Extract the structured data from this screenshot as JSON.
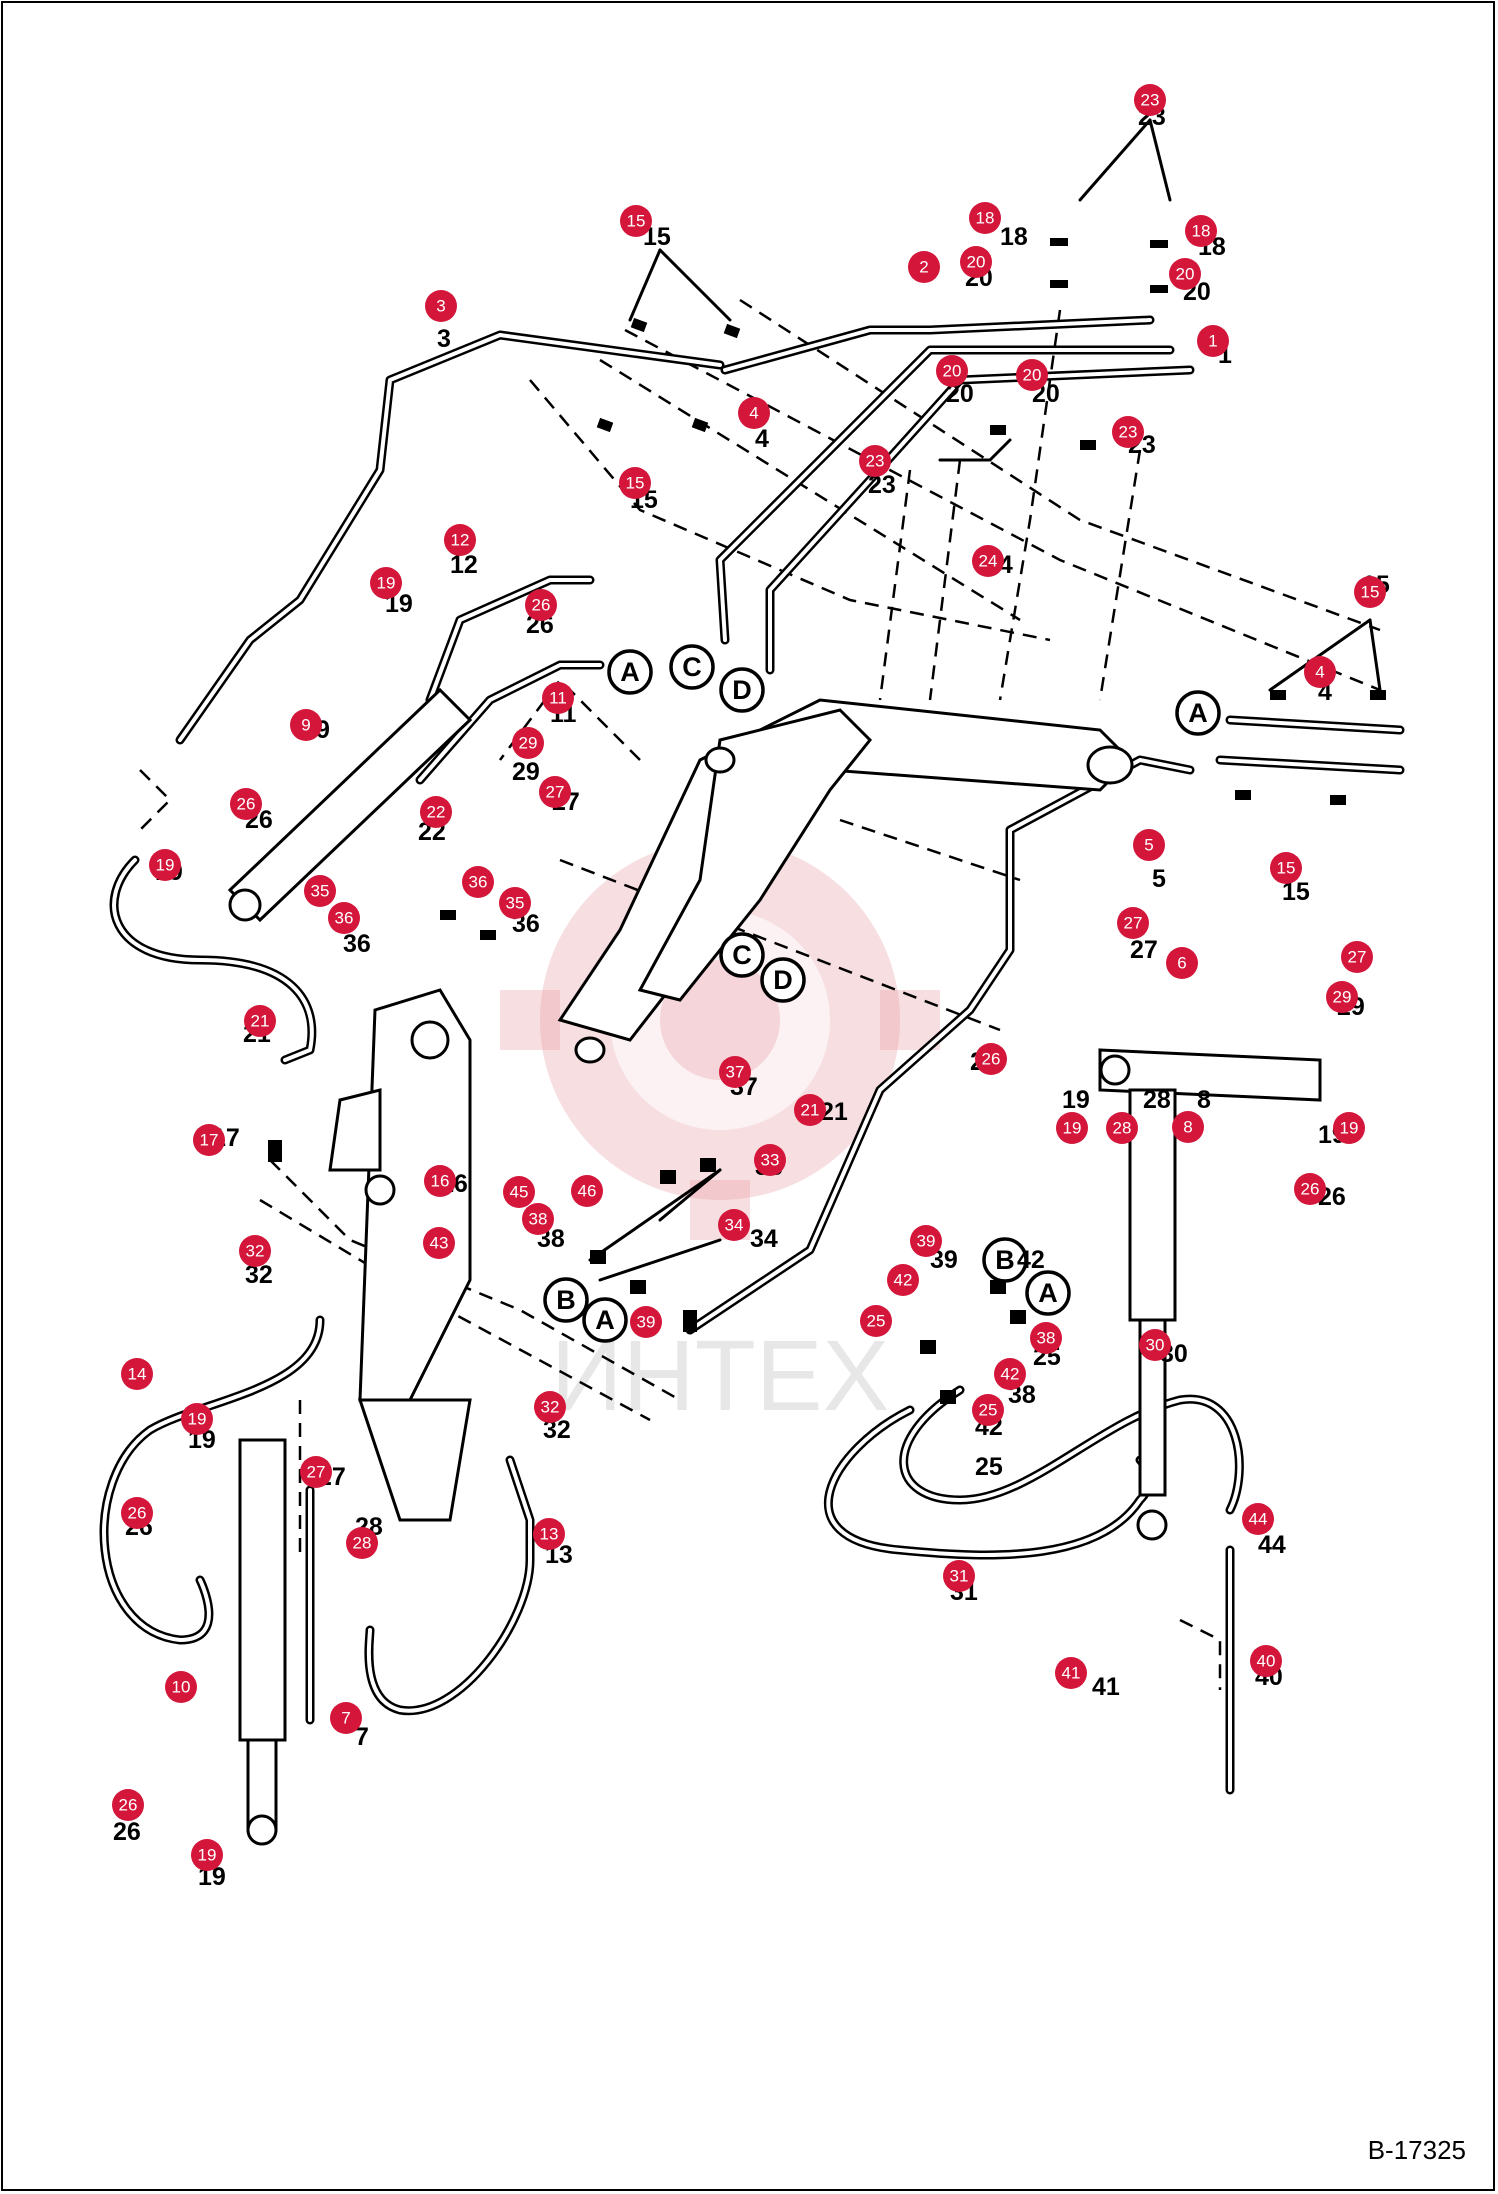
{
  "document": {
    "code": "B-17325"
  },
  "watermark": {
    "text": "ИНТЕХ"
  },
  "connectors": [
    {
      "id": "A",
      "label": "A"
    },
    {
      "id": "C",
      "label": "C"
    },
    {
      "id": "D",
      "label": "D"
    },
    {
      "id": "A2",
      "label": "A"
    },
    {
      "id": "C2",
      "label": "C"
    },
    {
      "id": "D2",
      "label": "D"
    },
    {
      "id": "B3",
      "label": "B"
    },
    {
      "id": "A3",
      "label": "A"
    },
    {
      "id": "B4",
      "label": "B"
    },
    {
      "id": "A4",
      "label": "A"
    }
  ],
  "callouts": [
    "23",
    "18",
    "18",
    "15",
    "2",
    "20",
    "20",
    "3",
    "1",
    "20",
    "20",
    "4",
    "23",
    "23",
    "15",
    "24",
    "12",
    "19",
    "26",
    "11",
    "9",
    "29",
    "27",
    "15",
    "4",
    "22",
    "26",
    "19",
    "35",
    "36",
    "36",
    "35",
    "5",
    "15",
    "27",
    "6",
    "27",
    "29",
    "21",
    "37",
    "21",
    "17",
    "26",
    "19",
    "28",
    "8",
    "19",
    "26",
    "16",
    "33",
    "45",
    "46",
    "38",
    "43",
    "34",
    "32",
    "39",
    "42",
    "25",
    "38",
    "42",
    "25",
    "14",
    "19",
    "32",
    "30",
    "26",
    "27",
    "28",
    "13",
    "31",
    "44",
    "10",
    "40",
    "41",
    "7",
    "26",
    "19",
    "39"
  ],
  "part_numbers": [
    "23",
    "18",
    "18",
    "15",
    "20",
    "20",
    "3",
    "1",
    "20",
    "20",
    "4",
    "23",
    "23",
    "15",
    "24",
    "12",
    "19",
    "26",
    "11",
    "9",
    "29",
    "27",
    "15",
    "4",
    "22",
    "26",
    "19",
    "36",
    "36",
    "5",
    "15",
    "27",
    "29",
    "21",
    "37",
    "21",
    "17",
    "26",
    "19",
    "28",
    "8",
    "19",
    "26",
    "16",
    "33",
    "38",
    "34",
    "32",
    "39",
    "42",
    "25",
    "38",
    "42",
    "25",
    "19",
    "32",
    "30",
    "26",
    "27",
    "28",
    "13",
    "31",
    "44",
    "40",
    "41",
    "7",
    "26",
    "19"
  ]
}
